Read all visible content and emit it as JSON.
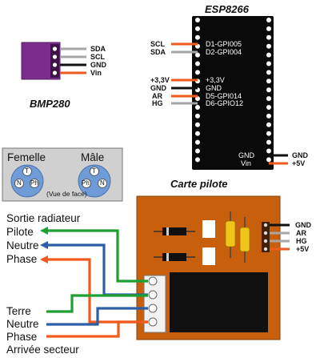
{
  "bmp280": {
    "title": "BMP280",
    "pins": [
      "SDA",
      "SCL",
      "GND",
      "Vin"
    ]
  },
  "esp8266": {
    "title": "ESP8266",
    "left_signals": [
      "SCL",
      "SDA",
      "+3,3V",
      "GND",
      "AR",
      "HG"
    ],
    "pin_labels": [
      "D1-GPI005",
      "D2-GPI004",
      "+3,3V",
      "GND",
      "D5-GPI014",
      "D6-GPIO12"
    ],
    "bottom_pin_labels": [
      "GND",
      "Vin"
    ],
    "right_signals": [
      "GND",
      "+5V"
    ]
  },
  "connector_view": {
    "female_label": "Femelle",
    "male_label": "Mâle",
    "pin_t": "T",
    "pin_n": "N",
    "pin_ph": "Ph",
    "caption": "(Vue de face)"
  },
  "pilot_board": {
    "title": "Carte pilote",
    "right_signals": [
      "GND",
      "AR",
      "HG",
      "+5V"
    ]
  },
  "outputs": {
    "heading": "Sortie radiateur",
    "lines": [
      "Pilote",
      "Neutre",
      "Phase"
    ]
  },
  "inputs": {
    "lines": [
      "Terre",
      "Neutre",
      "Phase"
    ],
    "footer": "Arrivée secteur"
  },
  "colors": {
    "bmp_board": "#7b2c8c",
    "esp_board": "#0a0a0a",
    "pilot_board": "#c75f0c",
    "connector_box": "#d0d0d0",
    "wire_green": "#1e9e33",
    "wire_blue": "#2c5fa8",
    "wire_orange": "#f05a1c",
    "wire_gray": "#a6a6a6",
    "wire_black": "#111111",
    "socket_blue": "#6f9bd6",
    "capacitor_yellow": "#f0c419"
  }
}
